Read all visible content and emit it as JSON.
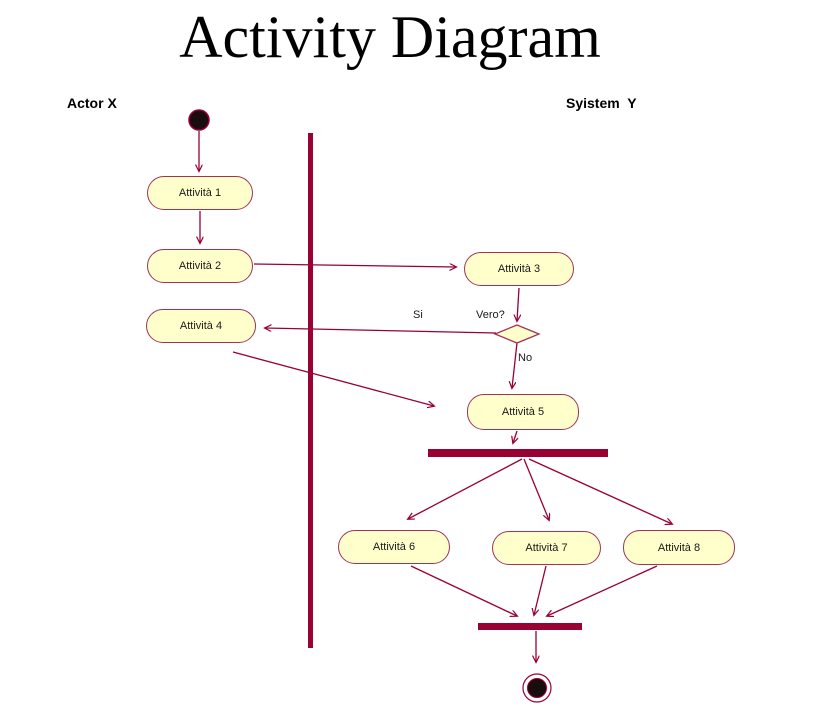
{
  "title": "Activity Diagram",
  "lanes": {
    "actor": "Actor X",
    "system": "Syistem  Y"
  },
  "activities": [
    {
      "id": 1,
      "label": "Attività 1",
      "lane": "actor"
    },
    {
      "id": 2,
      "label": "Attività 2",
      "lane": "actor"
    },
    {
      "id": 3,
      "label": "Attività 3",
      "lane": "system"
    },
    {
      "id": 4,
      "label": "Attività 4",
      "lane": "actor"
    },
    {
      "id": 5,
      "label": "Attività 5",
      "lane": "system"
    },
    {
      "id": 6,
      "label": "Attività 6",
      "lane": "system"
    },
    {
      "id": 7,
      "label": "Attività 7",
      "lane": "system"
    },
    {
      "id": 8,
      "label": "Attività 8",
      "lane": "system"
    }
  ],
  "decision": {
    "label": "Vero?",
    "yes_label": "Si",
    "no_label": "No"
  },
  "flows": [
    {
      "from": "start",
      "to": "Attività 1"
    },
    {
      "from": "Attività 1",
      "to": "Attività 2"
    },
    {
      "from": "Attività 2",
      "to": "Attività 3"
    },
    {
      "from": "Attività 3",
      "to": "decision"
    },
    {
      "from": "decision",
      "to": "Attività 4",
      "label": "Si"
    },
    {
      "from": "decision",
      "to": "Attività 5",
      "label": "No"
    },
    {
      "from": "Attività 4",
      "to": "Attività 5"
    },
    {
      "from": "Attività 5",
      "to": "fork-bar"
    },
    {
      "from": "fork-bar",
      "to": "Attività 6"
    },
    {
      "from": "fork-bar",
      "to": "Attività 7"
    },
    {
      "from": "fork-bar",
      "to": "Attività 8"
    },
    {
      "from": "Attività 6",
      "to": "join-bar"
    },
    {
      "from": "Attività 7",
      "to": "join-bar"
    },
    {
      "from": "Attività 8",
      "to": "join-bar"
    },
    {
      "from": "join-bar",
      "to": "end"
    }
  ],
  "colors": {
    "connector": "#990033",
    "node_border": "#A03358",
    "node_fill": "#FFFFCC",
    "terminal_fill": "#1A0D0D",
    "background": "#FFFFFF",
    "text": "#000000"
  }
}
